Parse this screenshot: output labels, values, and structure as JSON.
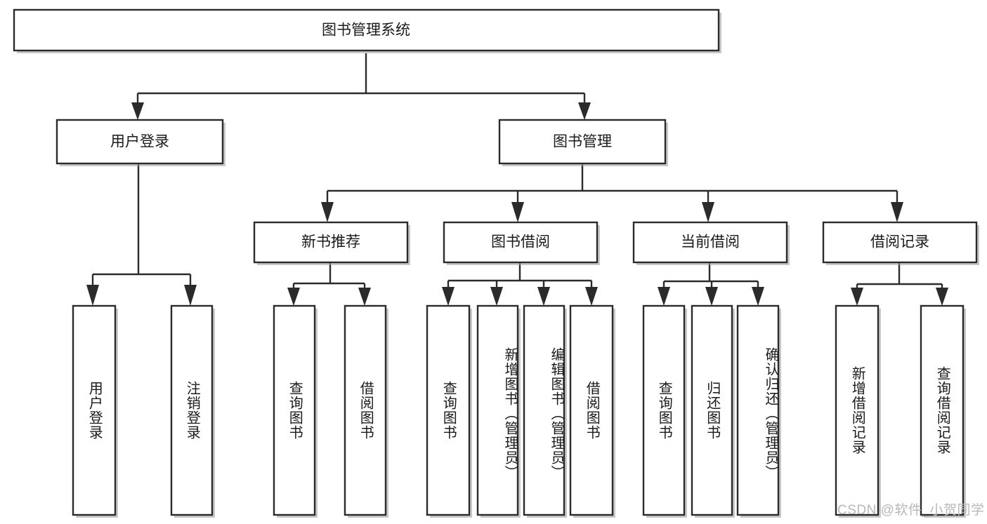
{
  "diagram": {
    "type": "tree-hierarchy",
    "title": "图书管理系统",
    "watermark": "CSDN @软件_小贺同学",
    "colors": {
      "box_stroke": "#2b2b2b",
      "box_fill": "#ffffff",
      "text": "#1a1a1a",
      "connector": "#2b2b2b",
      "background": "#ffffff",
      "watermark": "#b8b8b8"
    },
    "root": {
      "label": "图书管理系统",
      "level": 0
    },
    "level2": [
      {
        "id": "user-login",
        "label": "用户登录"
      },
      {
        "id": "book-manage",
        "label": "图书管理"
      }
    ],
    "level3": [
      {
        "id": "new-book-rec",
        "label": "新书推荐",
        "parent": "book-manage"
      },
      {
        "id": "book-borrow",
        "label": "图书借阅",
        "parent": "book-manage"
      },
      {
        "id": "current-borrow",
        "label": "当前借阅",
        "parent": "book-manage"
      },
      {
        "id": "borrow-record",
        "label": "借阅记录",
        "parent": "book-manage"
      }
    ],
    "leaves": [
      {
        "id": "leaf-user-login",
        "label": "用户登录",
        "parent": "user-login"
      },
      {
        "id": "leaf-logout-login",
        "label": "注销登录",
        "parent": "user-login"
      },
      {
        "id": "leaf-query-book-1",
        "label": "查询图书",
        "parent": "new-book-rec"
      },
      {
        "id": "leaf-borrow-book-1",
        "label": "借阅图书",
        "parent": "new-book-rec"
      },
      {
        "id": "leaf-query-book-2",
        "label": "查询图书",
        "parent": "book-borrow"
      },
      {
        "id": "leaf-add-book",
        "label": "新增图书（管理员）",
        "parent": "book-borrow"
      },
      {
        "id": "leaf-edit-book",
        "label": "编辑图书（管理员）",
        "parent": "book-borrow"
      },
      {
        "id": "leaf-borrow-book-2",
        "label": "借阅图书",
        "parent": "book-borrow"
      },
      {
        "id": "leaf-query-book-3",
        "label": "查询图书",
        "parent": "current-borrow"
      },
      {
        "id": "leaf-return-book",
        "label": "归还图书",
        "parent": "current-borrow"
      },
      {
        "id": "leaf-confirm-return",
        "label": "确认归还（管理员）",
        "parent": "current-borrow"
      },
      {
        "id": "leaf-add-record",
        "label": "新增借阅记录",
        "parent": "borrow-record"
      },
      {
        "id": "leaf-query-record",
        "label": "查询借阅记录",
        "parent": "borrow-record"
      }
    ]
  }
}
